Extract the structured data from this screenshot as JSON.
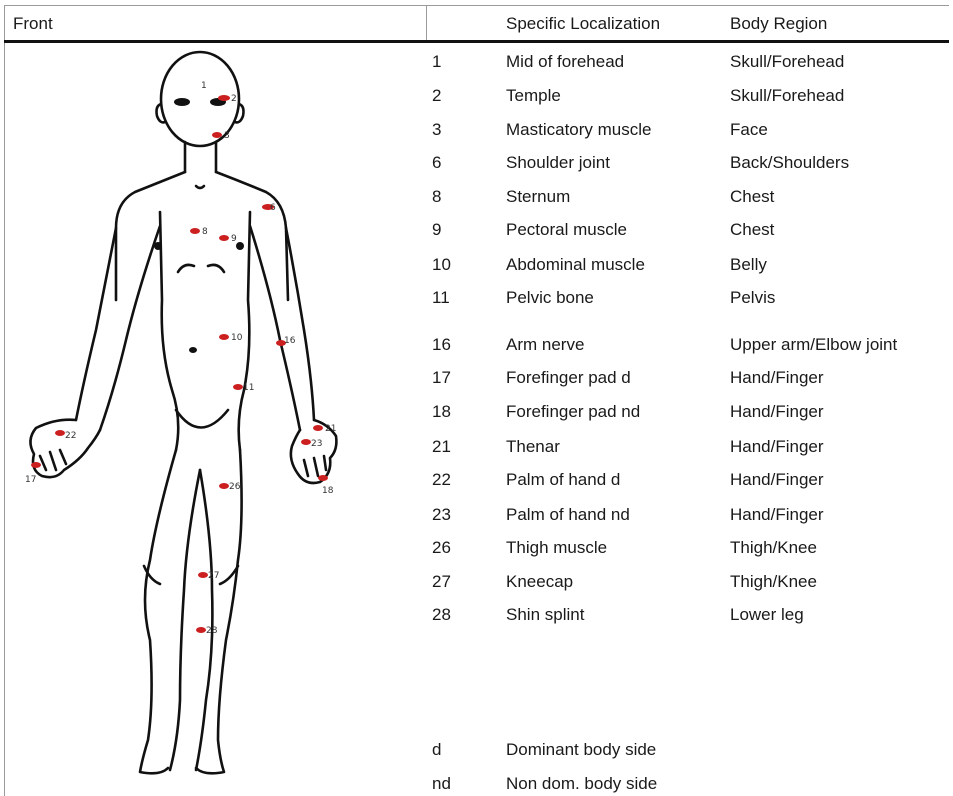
{
  "header": {
    "front_label": "Front",
    "localization_label": "Specific Localization",
    "region_label": "Body Region"
  },
  "rows": [
    {
      "num": "1",
      "loc": "Mid of forehead",
      "region": "Skull/Forehead"
    },
    {
      "num": "2",
      "loc": "Temple",
      "region": "Skull/Forehead"
    },
    {
      "num": "3",
      "loc": "Masticatory muscle",
      "region": "Face"
    },
    {
      "num": "6",
      "loc": "Shoulder joint",
      "region": "Back/Shoulders"
    },
    {
      "num": "8",
      "loc": "Sternum",
      "region": "Chest"
    },
    {
      "num": "9",
      "loc": "Pectoral muscle",
      "region": "Chest"
    },
    {
      "num": "10",
      "loc": "Abdominal muscle",
      "region": "Belly"
    },
    {
      "num": "11",
      "loc": "Pelvic bone",
      "region": "Pelvis"
    },
    {
      "num": "16",
      "loc": "Arm nerve",
      "region": "Upper arm/Elbow joint"
    },
    {
      "num": "17",
      "loc": "Forefinger pad d",
      "region": "Hand/Finger"
    },
    {
      "num": "18",
      "loc": "Forefinger pad nd",
      "region": "Hand/Finger"
    },
    {
      "num": "21",
      "loc": "Thenar",
      "region": "Hand/Finger"
    },
    {
      "num": "22",
      "loc": "Palm of hand d",
      "region": "Hand/Finger"
    },
    {
      "num": "23",
      "loc": "Palm of hand nd",
      "region": "Hand/Finger"
    },
    {
      "num": "26",
      "loc": "Thigh muscle",
      "region": "Thigh/Knee"
    },
    {
      "num": "27",
      "loc": "Kneecap",
      "region": "Thigh/Knee"
    },
    {
      "num": "28",
      "loc": "Shin splint",
      "region": "Lower leg"
    }
  ],
  "legend": [
    {
      "abbr": "d",
      "meaning": "Dominant body side"
    },
    {
      "abbr": "nd",
      "meaning": "Non dom. body side"
    }
  ],
  "figure": {
    "marker_color": "#cc1f1f",
    "marker_labels": [
      "1",
      "2",
      "3",
      "6",
      "8",
      "9",
      "10",
      "16",
      "11",
      "21",
      "22",
      "23",
      "17",
      "18",
      "26",
      "27",
      "28"
    ]
  }
}
